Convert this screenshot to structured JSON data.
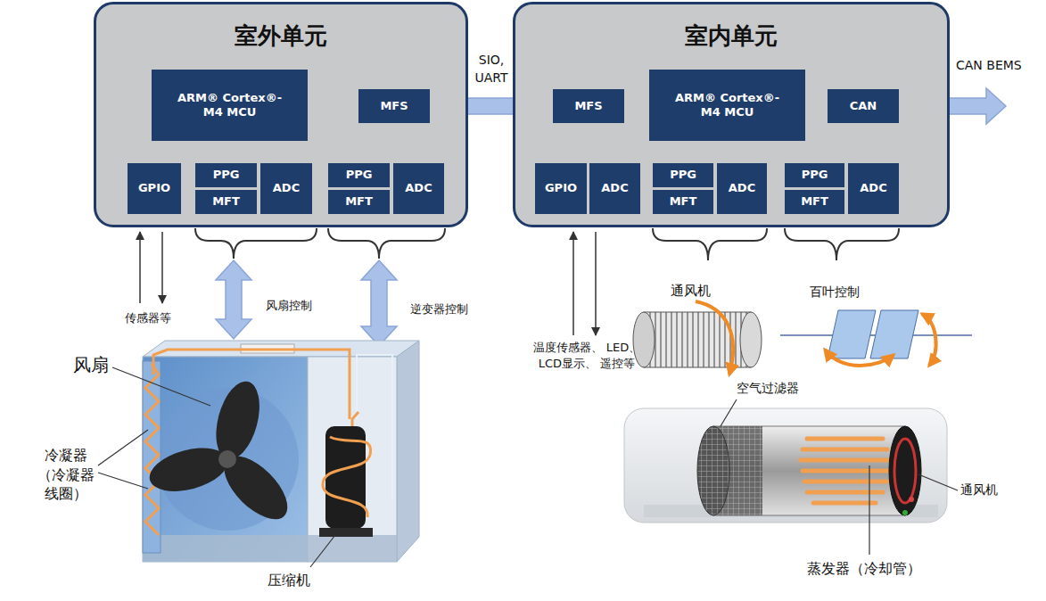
{
  "diagram": {
    "nodes": [
      {
        "text": [
          "室外单元"
        ]
      },
      {
        "text": [
          "ARM® Cortex®-M4 MCU"
        ],
        "in": 0
      },
      {
        "text": [
          "MFS"
        ],
        "in": 0
      },
      {
        "text": [
          "GPIO"
        ],
        "in": 0
      },
      {
        "text": [
          "PPG"
        ],
        "in": 0
      },
      {
        "text": [
          "MFT"
        ],
        "in": 0
      },
      {
        "text": [
          "ADC"
        ],
        "in": 0
      },
      {
        "text": [
          "PPG"
        ],
        "in": 0
      },
      {
        "text": [
          "MFT"
        ],
        "in": 0
      },
      {
        "text": [
          "ADC"
        ],
        "in": 0
      },
      {
        "text": [
          "室内单元"
        ]
      },
      {
        "text": [
          "MFS"
        ],
        "in": 10
      },
      {
        "text": [
          "ARM® Cortex®-M4 MCU"
        ],
        "in": 10
      },
      {
        "text": [
          "CAN"
        ],
        "in": 10
      },
      {
        "text": [
          "GPIO"
        ],
        "in": 10
      },
      {
        "text": [
          "ADC"
        ],
        "in": 10
      },
      {
        "text": [
          "PPG"
        ],
        "in": 10
      },
      {
        "text": [
          "MFT"
        ],
        "in": 10
      },
      {
        "text": [
          "ADC"
        ],
        "in": 10
      },
      {
        "text": [
          "PPG"
        ],
        "in": 10
      },
      {
        "text": [
          "MFT"
        ],
        "in": 10
      },
      {
        "text": [
          "ADC"
        ],
        "in": 10
      }
    ],
    "edges": [
      {
        "from": 2,
        "to": 11,
        "label": "SIO, UART",
        "arrow": "both"
      }
    ],
    "labels": [
      "CAN BEMS",
      "传感器等",
      "风扇控制",
      "逆变器控制",
      "风扇",
      "冷凝器 （冷凝器 线圈）",
      "压缩机",
      "温度传感器、 LED、LCD显示、 遥控等",
      "通风机",
      "百叶控制",
      "空气过滤器",
      "通风机",
      "蒸发器（冷却管）"
    ]
  }
}
